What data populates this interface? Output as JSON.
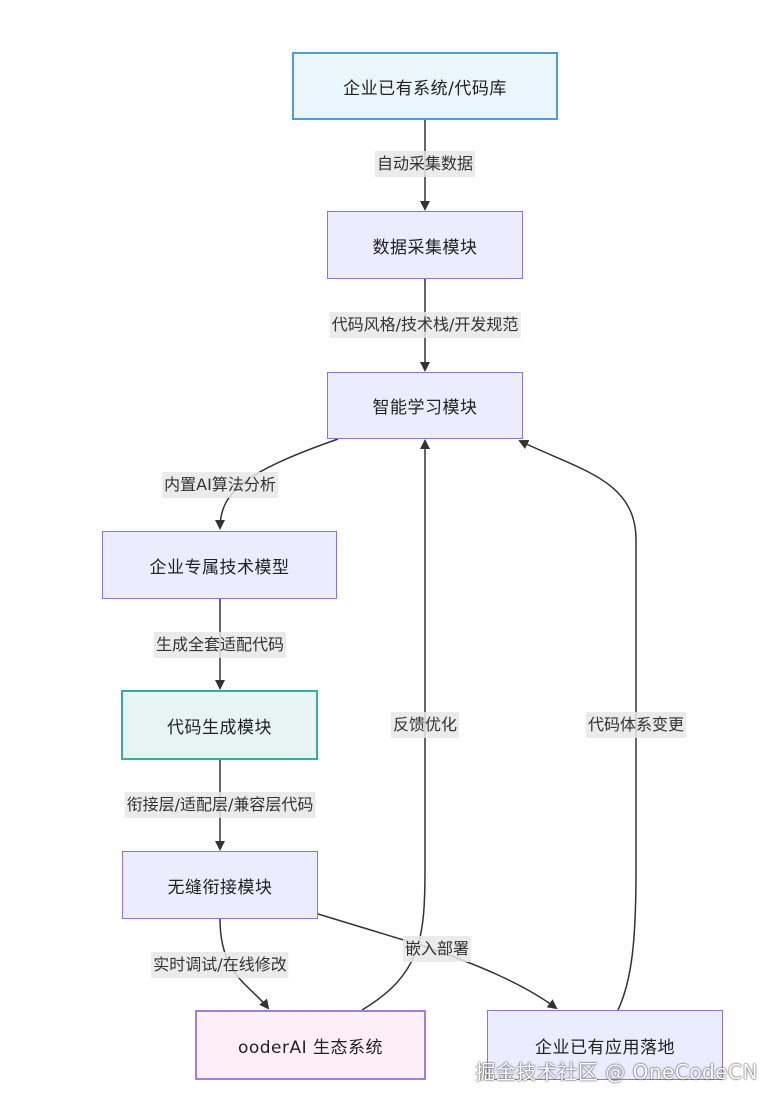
{
  "colors": {
    "node_fill": "#ECECFF",
    "node_border": "#9370DB",
    "top_fill": "#EAF5FC",
    "top_border": "#4A9FD5",
    "gen_fill": "#E6F4F3",
    "gen_border": "#33AFA3",
    "eco_fill": "#FCEFF6",
    "eco_border": "#A57DDE",
    "edge": "#333333",
    "label_bg": "#E8E8E8"
  },
  "nodes": {
    "existing_systems": "企业已有系统/代码库",
    "data_collection": "数据采集模块",
    "smart_learning": "智能学习模块",
    "enterprise_model": "企业专属技术模型",
    "code_generation": "代码生成模块",
    "seamless_integration": "无缝衔接模块",
    "ooder_ecosystem": "ooderAI 生态系统",
    "app_landing": "企业已有应用落地"
  },
  "edges": {
    "auto_collect": "自动采集数据",
    "code_style": "代码风格/技术栈/开发规范",
    "builtin_ai": "内置AI算法分析",
    "generate_code": "生成全套适配代码",
    "layer_code": "衔接层/适配层/兼容层代码",
    "realtime_debug": "实时调试/在线修改",
    "embed_deploy": "嵌入部署",
    "feedback": "反馈优化",
    "code_change": "代码体系变更"
  },
  "watermark": "掘金技术社区 @ OneCodeCN"
}
